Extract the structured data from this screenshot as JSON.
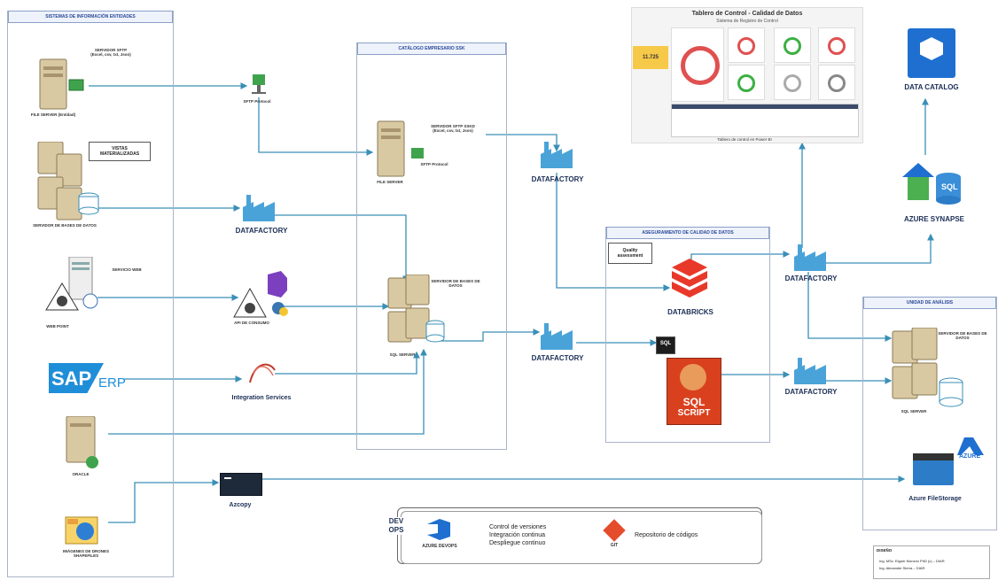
{
  "zones": {
    "sources": "SISTEMAS DE INFORMACIÓN ENTIDADES",
    "catalog": "CATÁLOGO EMPRESARIO SSK",
    "quality": "ASEGURAMIENTO DE CALIDAD DE DATOS",
    "analysis": "UNIDAD DE ANÁLISIS"
  },
  "sources": {
    "sftp_server": "SERVIDOR SFTP\n(Excel, csv, txt, Json)",
    "file_server": "FILE SERVER (Entidad)",
    "vistas": "VISTAS\nMATERIALIZADAS",
    "db_server": "SERVIDOR DE BASES DE DATOS",
    "web_service": "SERVICIO WEB",
    "api_point": "WEB POINT",
    "sap": "SAP",
    "erp": "ERP",
    "oracle": "ORACLE",
    "drone_images": "IMÁGENES DE DRONES\nSHAPEFILES"
  },
  "middle": {
    "sftp_protocol": "SFTP Protocol",
    "datafactory_1": "DATAFACTORY",
    "api_consumo": "API DE CONSUMO",
    "integration_services": "Integration Services",
    "azcopy": "Azcopy"
  },
  "catalog": {
    "sftp_ssk": "SERVIDOR SFTP SSKD\n(Excel, csv, txt, Json)",
    "sftp_protocol": "SFTP Protocol",
    "file_server": "FILE SERVER",
    "db_server": "SERVIDOR DE BASES DE\nDATOS",
    "sql_server": "SQL SERVER"
  },
  "center": {
    "datafactory_top": "DATAFACTORY",
    "datafactory_mid": "DATAFACTORY"
  },
  "quality": {
    "assessment": "Quality\nassessment",
    "databricks": "DATABRICKS",
    "sql_script_1": "SQL",
    "sql_script_2": "SCRIPT",
    "sql_tag": "SQL"
  },
  "right": {
    "data_catalog": "DATA CATALOG",
    "synapse": "AZURE SYNAPSE",
    "sql_tag": "SQL",
    "datafactory_top": "DATAFACTORY",
    "datafactory_bottom": "DATAFACTORY",
    "analysis_db": "SERVIDOR DE BASES DE\nDATOS",
    "analysis_sql": "SQL SERVER",
    "azure_label": "AZURE",
    "file_storage": "Azure FileStorage"
  },
  "dashboard": {
    "title": "Tablero de Control - Calidad de Datos",
    "subtitle": "Sistema de Registro de Control",
    "kpi": "11.725",
    "caption": "Tablero de control en Power BI"
  },
  "devops": {
    "label": "DEV\nOPS",
    "azure_devops": "AZURE DEVOPS",
    "items": [
      "Control de versiones",
      "Integración continua",
      "Despliegue continuo"
    ],
    "git": "GIT",
    "repo": "Repositorio de códigos"
  },
  "credit": {
    "title": "DISEÑO",
    "line1": "Ing. MSc. Elguer Monzón PhD (c) – DIAR",
    "line2": "Ing. Alexander Sierra – DIAR"
  },
  "colors": {
    "arrow": "#3a8fb7",
    "factory": "#4aa3d8",
    "databricks": "#e8382a",
    "sqlscript": "#d9411e",
    "azure": "#1e6fd0"
  }
}
